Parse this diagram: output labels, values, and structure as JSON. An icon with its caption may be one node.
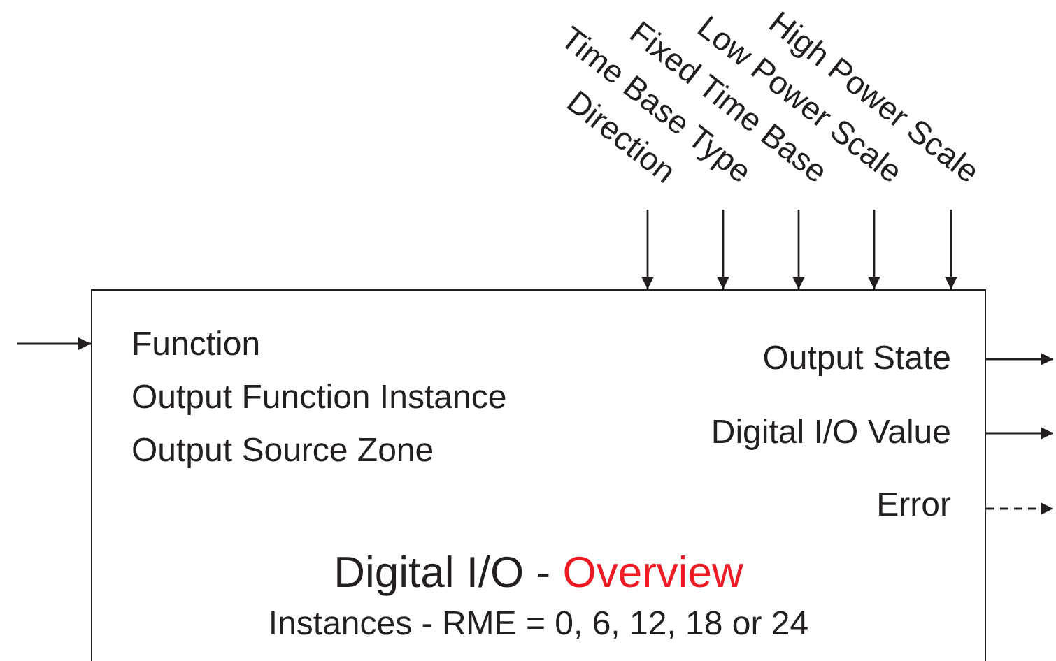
{
  "diagram": {
    "nodes": [
      {
        "text": [
          "Direction"
        ]
      },
      {
        "text": [
          "Time Base Type"
        ]
      },
      {
        "text": [
          "Fixed Time Base"
        ]
      },
      {
        "text": [
          "Low Power Scale"
        ]
      },
      {
        "text": [
          "High Power Scale"
        ]
      },
      {
        "text": [
          "Digital I/O - Overview",
          "Instances - RME = 0, 6, 12, 18 or 24"
        ]
      }
    ],
    "edges": [
      {
        "from": 0,
        "to": 5,
        "arrow": "to"
      },
      {
        "from": 1,
        "to": 5,
        "arrow": "to"
      },
      {
        "from": 2,
        "to": 5,
        "arrow": "to"
      },
      {
        "from": 3,
        "to": 5,
        "arrow": "to"
      },
      {
        "from": 4,
        "to": 5,
        "arrow": "to"
      },
      {
        "from": null,
        "to": 5,
        "arrow": "to"
      },
      {
        "from": 5,
        "to": null,
        "arrow": "to"
      },
      {
        "from": 5,
        "to": null,
        "arrow": "to"
      },
      {
        "from": 5,
        "to": null,
        "arrow": "to",
        "style": "dashed"
      }
    ],
    "labels": [
      "Function",
      "Output Function Instance",
      "Output Source Zone",
      "Output State",
      "Digital I/O Value",
      "Error"
    ]
  }
}
